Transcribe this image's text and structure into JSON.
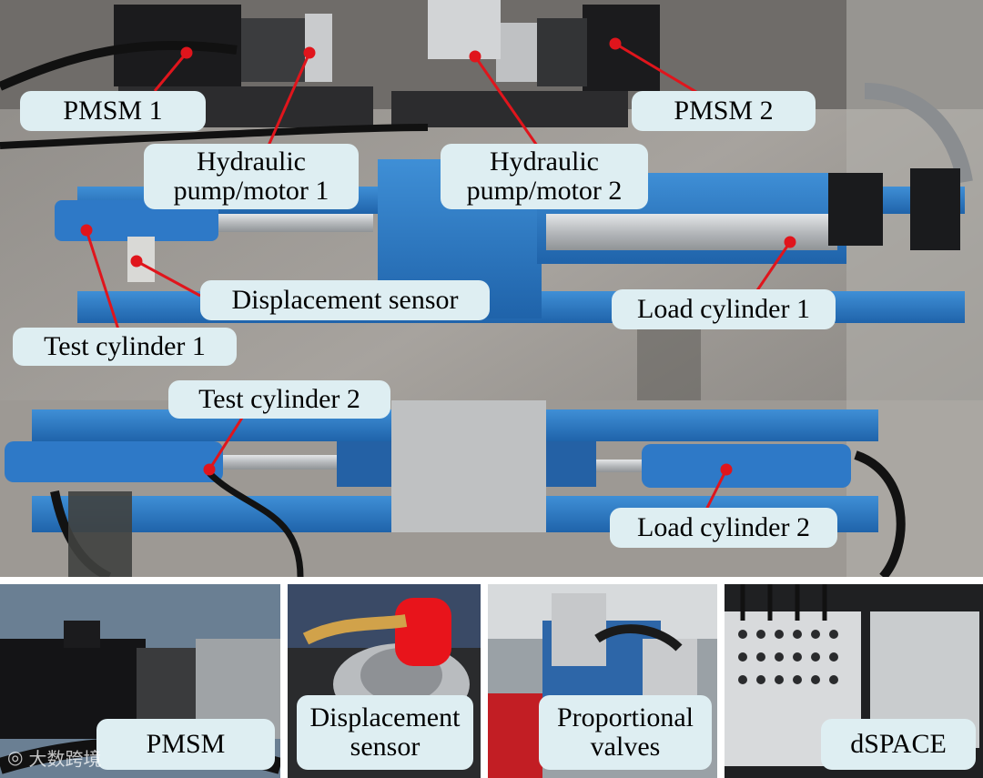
{
  "main_photo": {
    "labels": {
      "pmsm1": "PMSM 1",
      "pmsm2": "PMSM 2",
      "pump1": "Hydraulic pump/motor 1",
      "pump2": "Hydraulic pump/motor 2",
      "displacement": "Displacement sensor",
      "test1": "Test cylinder 1",
      "load1": "Load cylinder 1",
      "test2": "Test cylinder 2",
      "load2": "Load cylinder 2"
    },
    "callout_color": "#e0151c",
    "label_bg": "#deeef2"
  },
  "insets": [
    {
      "label": "PMSM"
    },
    {
      "label": "Displacement sensor"
    },
    {
      "label": "Proportional valves"
    },
    {
      "label": "dSPACE"
    }
  ],
  "watermark": "大数跨境"
}
